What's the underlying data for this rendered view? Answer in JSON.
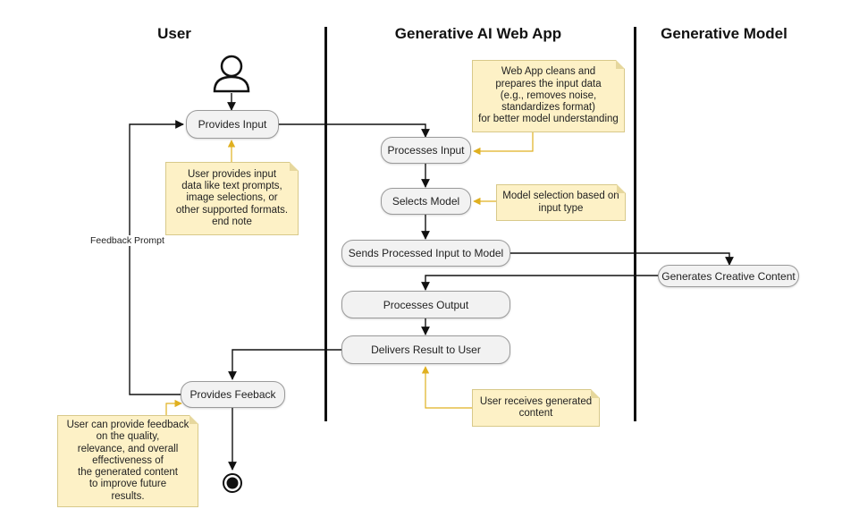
{
  "lanes": {
    "user": "User",
    "web_app": "Generative AI Web App",
    "model": "Generative Model"
  },
  "nodes": {
    "provides_input": "Provides Input",
    "processes_input": "Processes Input",
    "selects_model": "Selects Model",
    "sends_input": "Sends Processed Input to Model",
    "generates_content": "Generates Creative Content",
    "processes_output": "Processes Output",
    "delivers_result": "Delivers Result to User",
    "provides_feedback": "Provides Feeback"
  },
  "notes": {
    "input_note": "User provides input\ndata like text prompts,\nimage selections, or\nother supported formats.\nend note",
    "clean_note": "Web App cleans and\nprepares the input data\n(e.g., removes noise,\nstandardizes format)\nfor better model understanding",
    "model_note": "Model selection based on\ninput type",
    "result_note": "User receives generated\ncontent",
    "feedback_note": "User can provide feedback\non the quality,\nrelevance, and overall\neffectiveness of\nthe generated content\nto improve future\nresults."
  },
  "edges": {
    "feedback_prompt": "Feedback Prompt"
  },
  "colors": {
    "note_connector": "#e0b020",
    "line": "#111111"
  }
}
